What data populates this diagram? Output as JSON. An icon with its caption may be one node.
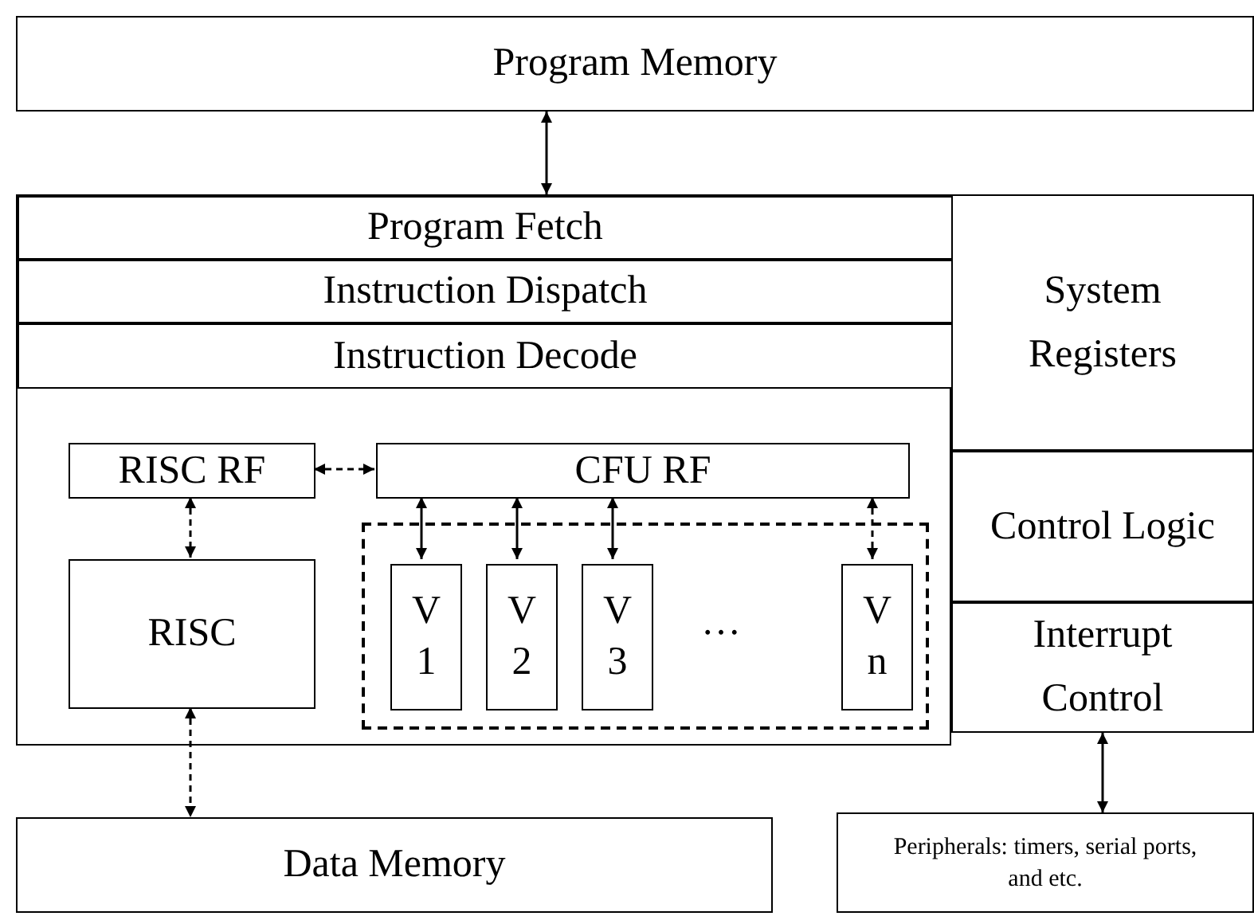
{
  "diagram": {
    "nodes": [
      {
        "text": [
          "Program Memory"
        ]
      },
      {
        "text": [],
        "shape": "box"
      },
      {
        "text": [
          "Program Fetch"
        ],
        "in": 1
      },
      {
        "text": [
          "Instruction Dispatch"
        ],
        "in": 1
      },
      {
        "text": [
          "Instruction Decode"
        ],
        "in": 1
      },
      {
        "text": [
          "RISC RF"
        ],
        "in": 1
      },
      {
        "text": [
          "CFU RF"
        ],
        "in": 1
      },
      {
        "text": [
          "RISC"
        ],
        "in": 1
      },
      {
        "text": [],
        "shape": "box",
        "in": 1
      },
      {
        "text": [
          "V 1"
        ],
        "in": 8
      },
      {
        "text": [
          "V 2"
        ],
        "in": 8
      },
      {
        "text": [
          "V 3"
        ],
        "in": 8
      },
      {
        "text": [
          "V n"
        ],
        "in": 8
      },
      {
        "text": [
          "System Registers"
        ]
      },
      {
        "text": [
          "Control Logic"
        ]
      },
      {
        "text": [
          "Interrupt Control"
        ]
      },
      {
        "text": [
          "Data Memory"
        ]
      },
      {
        "text": [
          "Peripherals: timers, serial ports, and etc."
        ]
      }
    ],
    "edges": [
      {
        "from": 0,
        "to": 2,
        "arrow": "both"
      },
      {
        "from": 5,
        "to": 6,
        "arrow": "both",
        "style": "dashed"
      },
      {
        "from": 5,
        "to": 7,
        "arrow": "both",
        "style": "dashed"
      },
      {
        "from": 6,
        "to": 9,
        "arrow": "both"
      },
      {
        "from": 6,
        "to": 10,
        "arrow": "both"
      },
      {
        "from": 6,
        "to": 11,
        "arrow": "both"
      },
      {
        "from": 6,
        "to": 12,
        "arrow": "both",
        "style": "dashed"
      },
      {
        "from": 7,
        "to": 16,
        "arrow": "both",
        "style": "dashed"
      },
      {
        "from": 15,
        "to": 17,
        "arrow": "both"
      }
    ],
    "labels": [
      "…"
    ]
  }
}
